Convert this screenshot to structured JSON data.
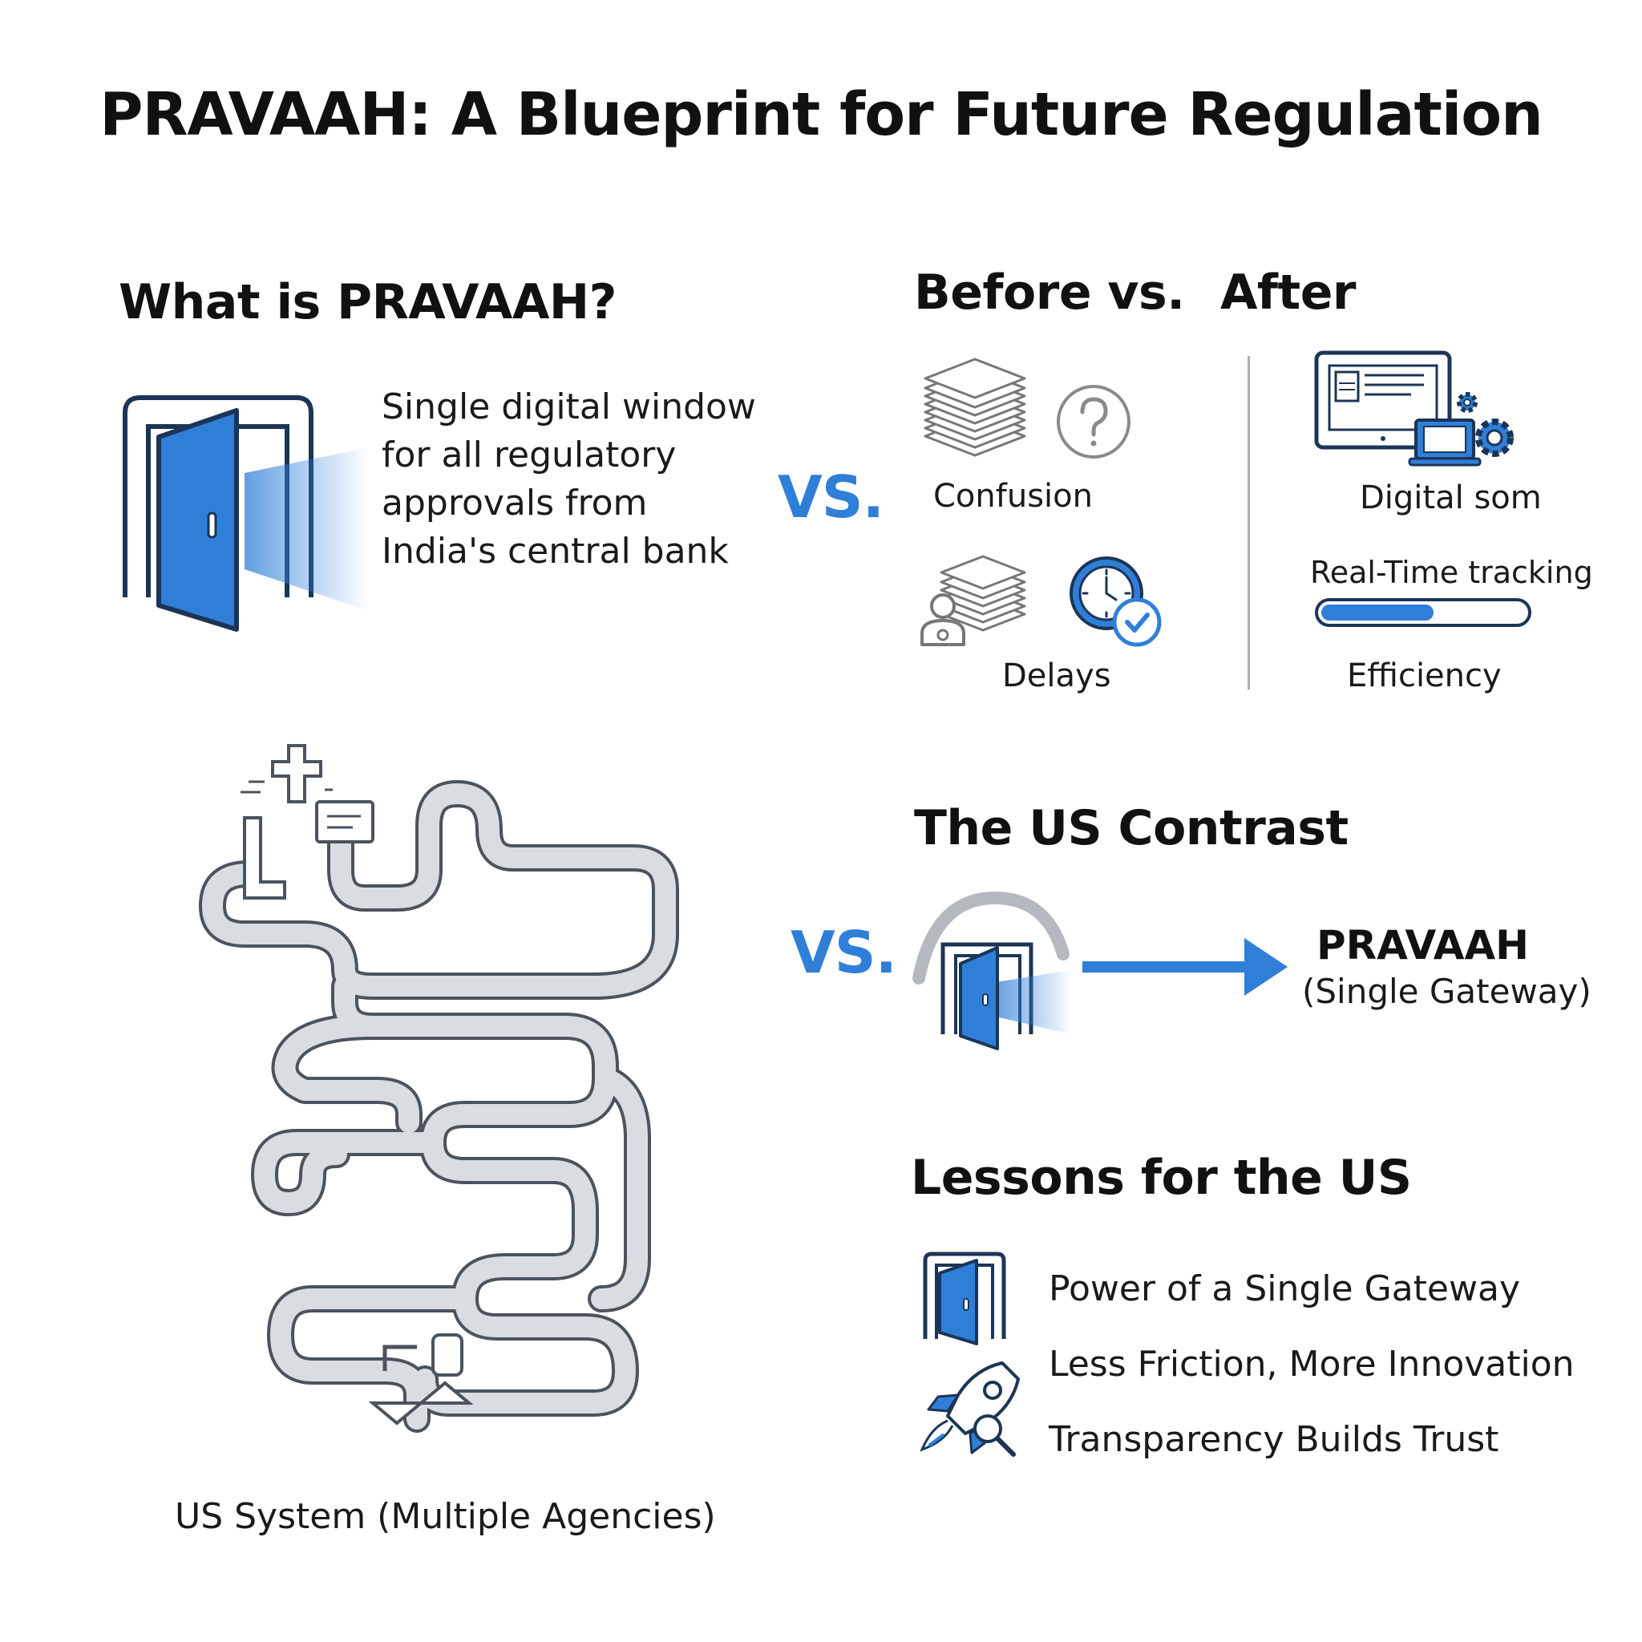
{
  "title": "PRAVAAH: A Blueprint for Future Regulation",
  "what_is": {
    "heading": "What is PRAVAAH?",
    "description_lines": [
      "Single digital window",
      "for all regulatory",
      "approvals from",
      "India's central bank"
    ]
  },
  "vs_label": "VS.",
  "before_after": {
    "heading_before": "Before vs.",
    "heading_after": "After",
    "before_items": [
      "Confusion",
      "Delays"
    ],
    "after_items": [
      "Digital som",
      "Real-Time tracking",
      "Efficiency"
    ],
    "tracking_progress": 0.55
  },
  "us_system": {
    "caption": "US System (Multiple Agencies)"
  },
  "us_contrast": {
    "heading": "The US Contrast",
    "target_name": "PRAVAAH",
    "target_sub": "(Single Gateway)"
  },
  "lessons": {
    "heading": "Lessons for the US",
    "items": [
      {
        "text": "Power of a Single Gateway",
        "icon": "door-icon"
      },
      {
        "text": "Less Friction, More Innovation",
        "icon": "rocket-icon"
      },
      {
        "text": "Transparency Builds Trust",
        "icon": "magnifier-icon"
      }
    ]
  },
  "colors": {
    "accent": "#2f7fd8",
    "navy": "#1c3557",
    "gray": "#9aa0a8"
  }
}
